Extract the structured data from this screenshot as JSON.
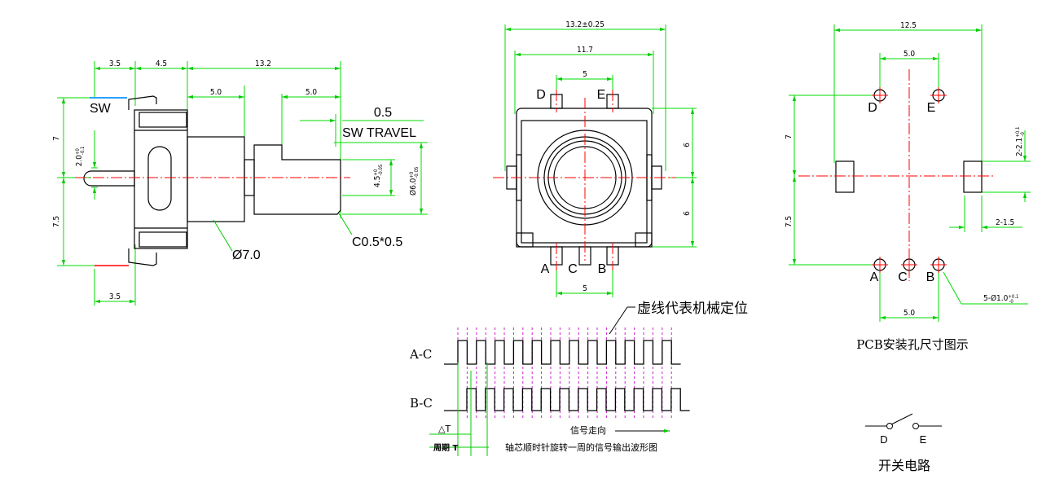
{
  "side_view": {
    "dims": [
      "3.5",
      "4.5",
      "13.2",
      "5.0",
      "5.0",
      "7",
      "7.5",
      "3.5"
    ],
    "tol_20": "2.0",
    "tol_45": "4.5",
    "tol_60": "Ø6.0",
    "labels": {
      "sw": "SW",
      "travel_val": "0.5",
      "travel": "SW TRAVEL",
      "dia": "Ø7.0",
      "chamfer": "C0.5*0.5"
    }
  },
  "front_view": {
    "dims": [
      "13.2±0.25",
      "11.7",
      "5",
      "6",
      "6",
      "5"
    ],
    "pins": [
      "D",
      "E",
      "A",
      "C",
      "B"
    ]
  },
  "pcb_view": {
    "dims": [
      "12.5",
      "5.0",
      "7",
      "7.5",
      "5.0",
      "2-2.1",
      "2-1.5",
      "5-Ø1.0"
    ],
    "pins": [
      "D",
      "E",
      "A",
      "C",
      "B"
    ],
    "caption": "PCB安装孔尺寸图示"
  },
  "waveform": {
    "note": "虚线代表机械定位",
    "channels": [
      "A-C",
      "B-C"
    ],
    "delta_t": "△T",
    "period": "周期 T",
    "direction": "信号走向",
    "caption": "轴芯顺时针旋转一周的信号输出波形图"
  },
  "switch": {
    "pins": [
      "D",
      "E"
    ],
    "caption": "开关电路"
  }
}
